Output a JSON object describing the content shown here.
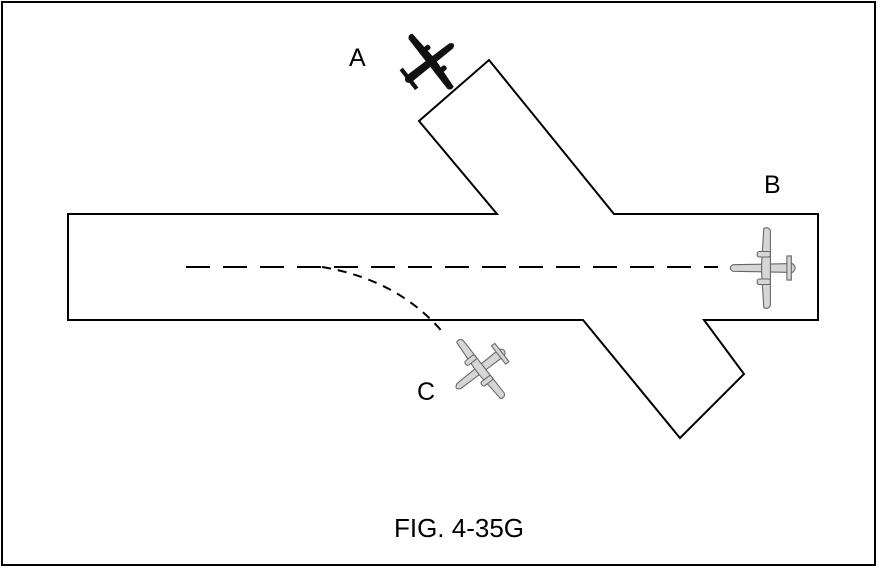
{
  "diagram": {
    "caption": "FIG. 4-35G",
    "labels": {
      "a": "A",
      "b": "B",
      "c": "C"
    },
    "colors": {
      "stroke": "#000000",
      "background": "#ffffff",
      "airplane_dark": "#111111",
      "airplane_light": "#d6d6d6",
      "airplane_light_outline": "#666666"
    }
  }
}
